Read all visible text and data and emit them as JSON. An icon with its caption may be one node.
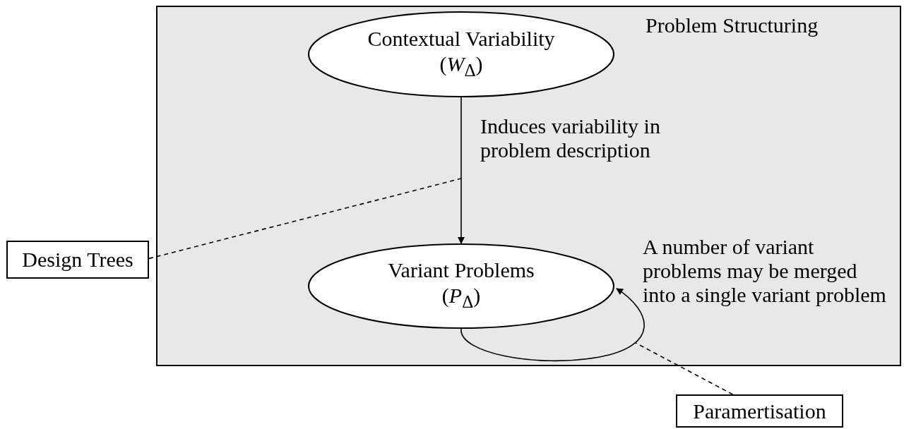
{
  "diagram": {
    "nodes": [
      {
        "text": [
          "Problem Structuring"
        ]
      },
      {
        "text": [
          "Contextual Variability",
          "(*W*$_{Δ}$)"
        ],
        "in": 0
      },
      {
        "text": [
          "Variant Problems",
          "(*P*$_{Δ}$)"
        ],
        "in": 0
      },
      {
        "text": [
          "Design Trees"
        ]
      },
      {
        "text": [
          "Paramertisation"
        ]
      }
    ],
    "edges": [
      {
        "from": 1,
        "to": 2,
        "arrow": "to",
        "label": "Induces variability in problem description"
      },
      {
        "from": 2,
        "to": 2,
        "arrow": "to",
        "label": "A number of variant problems may be merged into a single variant problem"
      },
      {
        "from": 3,
        "to": null,
        "arrow": "none",
        "style": "dashed"
      },
      {
        "from": 4,
        "to": null,
        "arrow": "none",
        "style": "dashed"
      }
    ]
  }
}
